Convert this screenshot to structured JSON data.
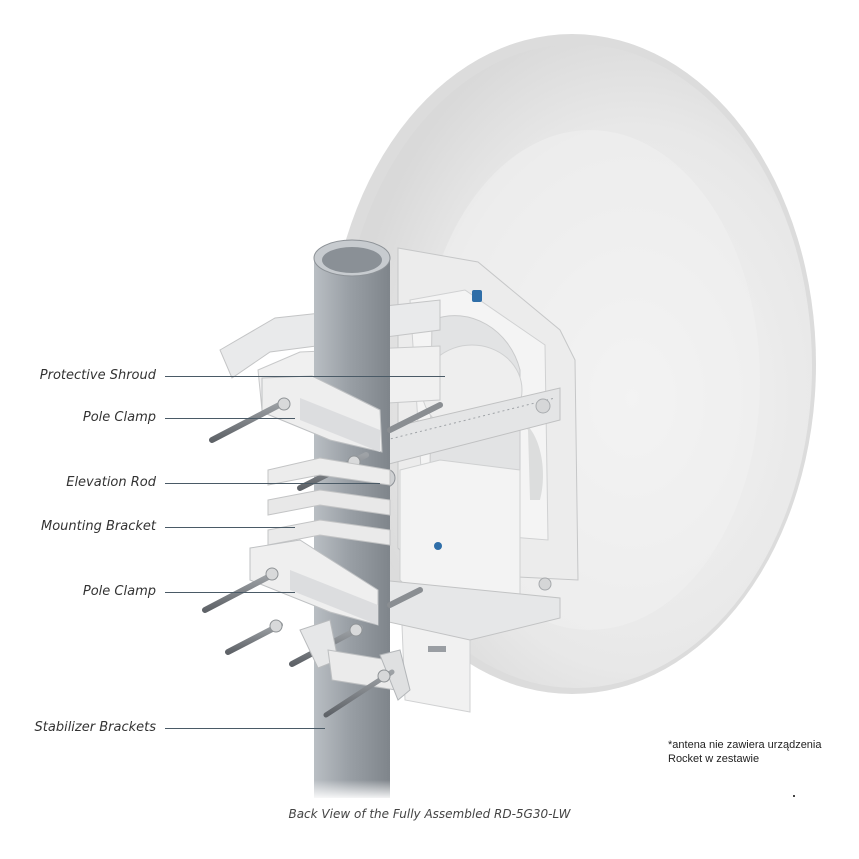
{
  "labels": {
    "protective_shroud": "Protective Shroud",
    "pole_clamp_upper": "Pole Clamp",
    "elevation_rod": "Elevation Rod",
    "mounting_bracket": "Mounting Bracket",
    "pole_clamp_lower": "Pole Clamp",
    "stabilizer_brackets": "Stabilizer Brackets"
  },
  "note": {
    "line1": "*antena nie zawiera urządzenia",
    "line2": "Rocket w zestawie"
  },
  "caption": "Back View of the Fully Assembled RD-5G30-LW",
  "colors": {
    "dish": "#ececec",
    "pole": "#9da3a9",
    "bracket": "#e3e4e5",
    "leader": "#4a5a66",
    "accent": "#2f6ea8"
  }
}
